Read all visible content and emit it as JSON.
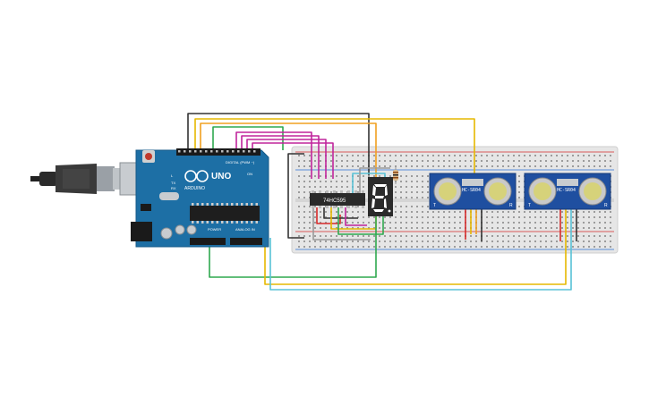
{
  "arduino": {
    "brand": "ARDUINO",
    "model": "UNO",
    "digital_label": "DIGITAL (PWM ~)",
    "power_label": "POWER",
    "analog_label": "ANALOG IN",
    "on_label": "ON",
    "tx_label": "TX",
    "rx_label": "RX",
    "l_label": "L"
  },
  "shift_register": {
    "label": "74HC595"
  },
  "sensors": [
    {
      "label": "HC-SR04",
      "left_mark": "T",
      "right_mark": "R"
    },
    {
      "label": "HC-SR04",
      "left_mark": "T",
      "right_mark": "R"
    }
  ],
  "display": {
    "type": "7-segment"
  },
  "colors": {
    "board": "#1d6fa5",
    "board_dark": "#155a88",
    "breadboard": "#e6e6e6",
    "wire_black": "#333333",
    "wire_yellow": "#e6b800",
    "wire_orange": "#f0a020",
    "wire_magenta": "#c0259c",
    "wire_red": "#d62a2a",
    "wire_green": "#2fa84f",
    "wire_cyan": "#58c2d6",
    "wire_gray": "#9a9a9a"
  }
}
